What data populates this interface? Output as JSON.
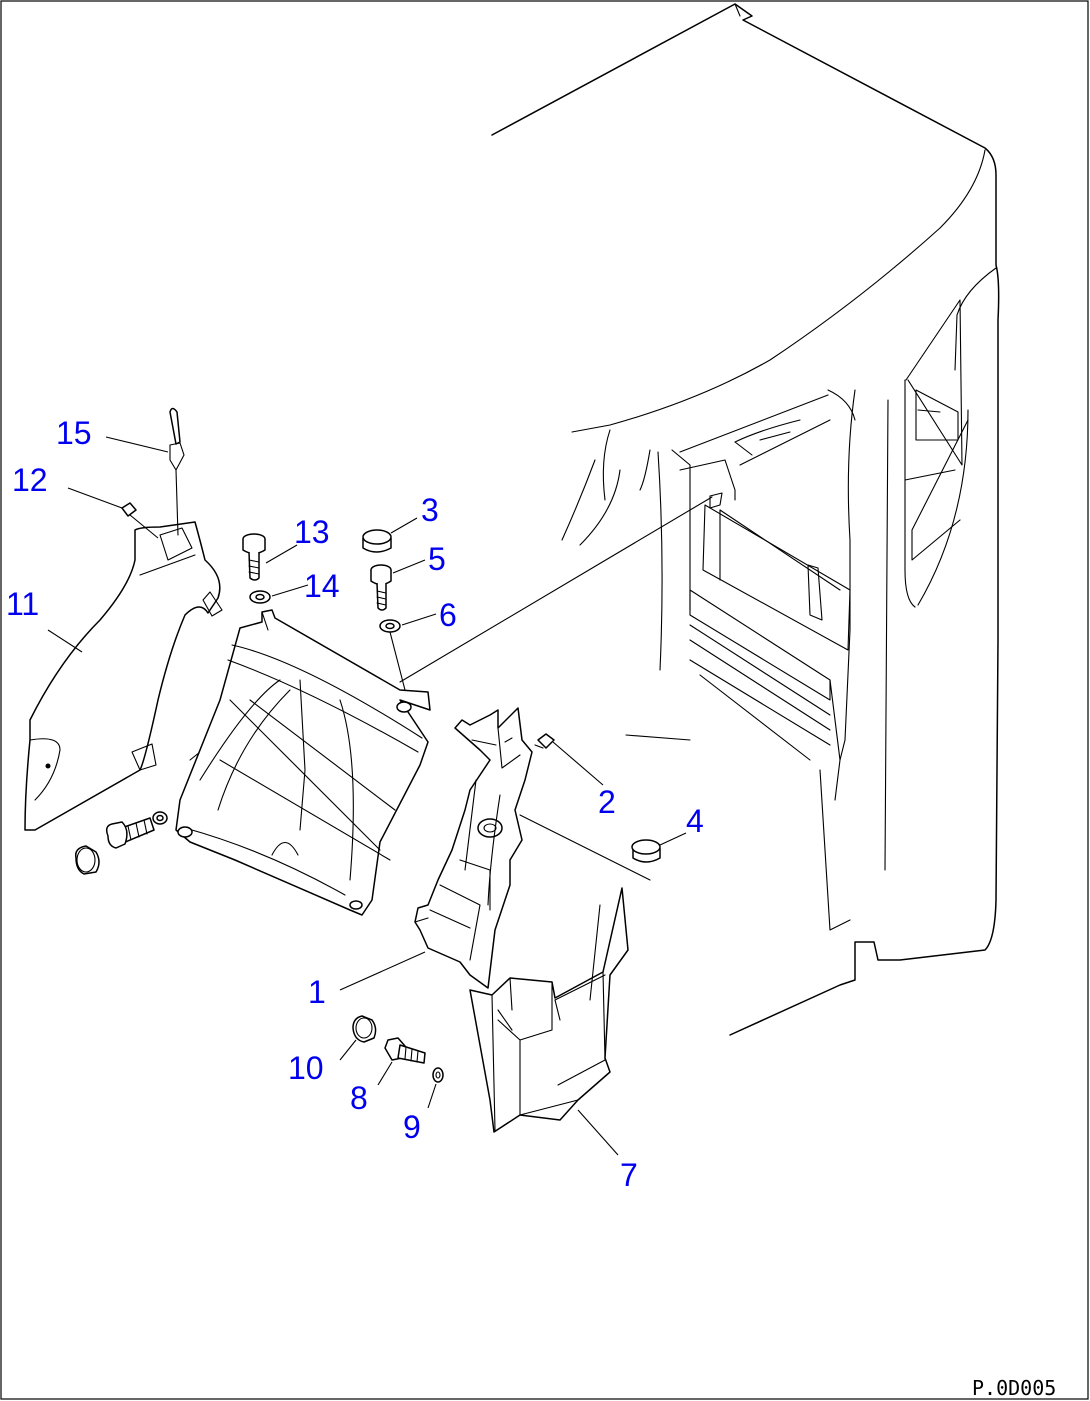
{
  "callouts": [
    {
      "id": "1",
      "label": "1"
    },
    {
      "id": "2",
      "label": "2"
    },
    {
      "id": "3",
      "label": "3"
    },
    {
      "id": "4",
      "label": "4"
    },
    {
      "id": "5",
      "label": "5"
    },
    {
      "id": "6",
      "label": "6"
    },
    {
      "id": "7",
      "label": "7"
    },
    {
      "id": "8",
      "label": "8"
    },
    {
      "id": "9",
      "label": "9"
    },
    {
      "id": "10",
      "label": "10"
    },
    {
      "id": "11",
      "label": "11"
    },
    {
      "id": "12",
      "label": "12"
    },
    {
      "id": "13",
      "label": "13"
    },
    {
      "id": "14",
      "label": "14"
    },
    {
      "id": "15",
      "label": "15"
    }
  ],
  "drawing_code": "P.0D005",
  "colors": {
    "callout": "#0000ee",
    "line": "#000000",
    "background": "#ffffff"
  }
}
